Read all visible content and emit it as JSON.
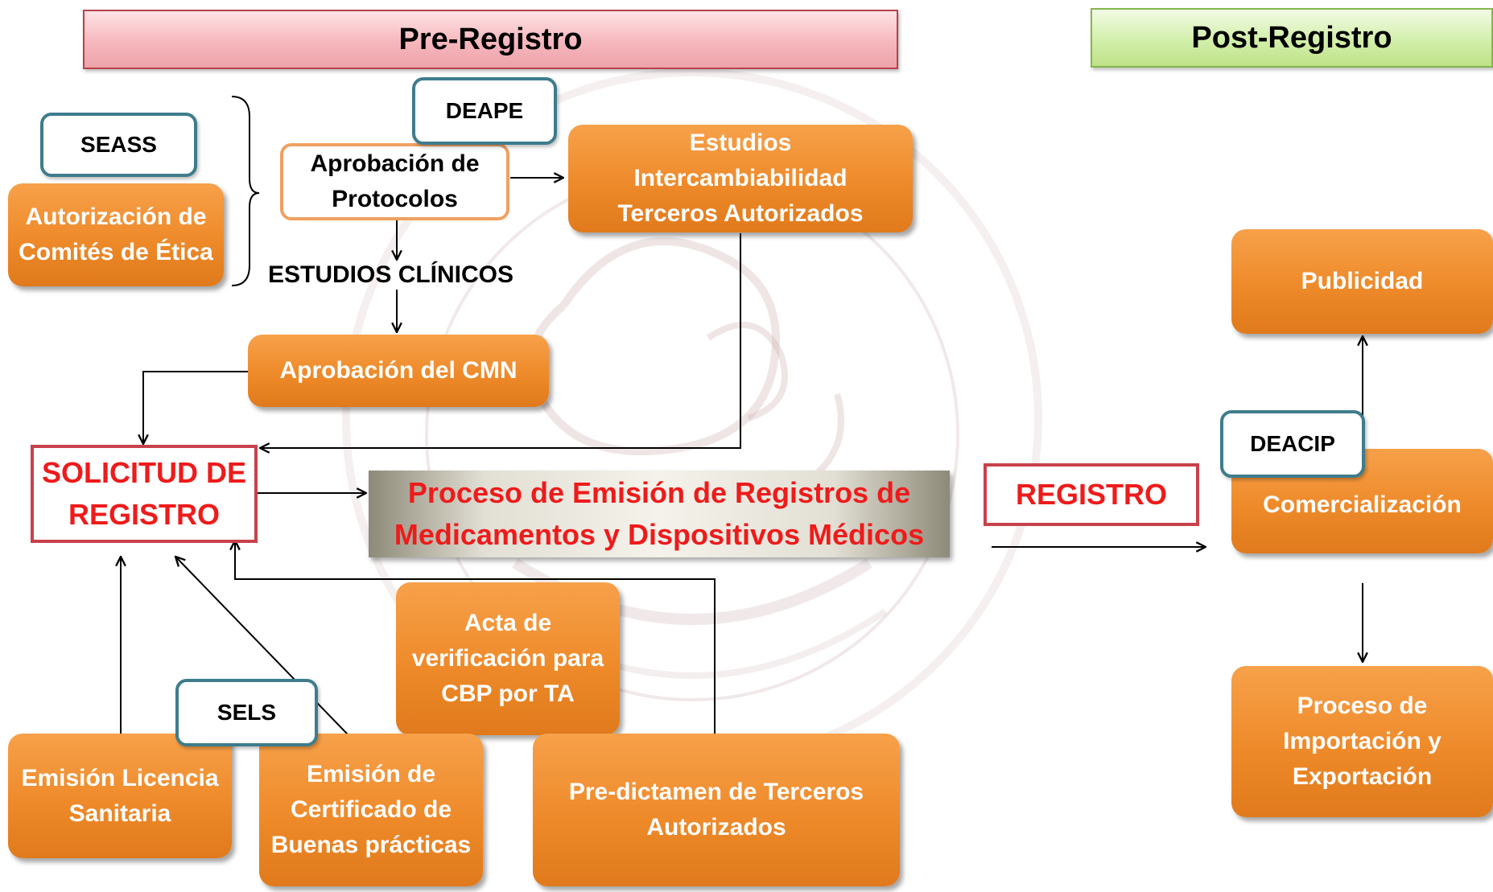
{
  "headers": {
    "pre": "Pre-Registro",
    "post": "Post-Registro"
  },
  "tags": {
    "seass": "SEASS",
    "deape": "DEAPE",
    "sels": "SELS",
    "deacip": "DEACIP"
  },
  "nodes": {
    "autorizacion_comites": "Autorización de Comités de Ética",
    "aprobacion_protocolos": "Aprobación de Protocolos",
    "estudios_intercambiabilidad": "Estudios Intercambiabilidad Terceros Autorizados",
    "estudios_clinicos": "ESTUDIOS CLÍNICOS",
    "aprobacion_cmn": "Aprobación del CMN",
    "solicitud_registro": "SOLICITUD DE REGISTRO",
    "proceso_emision": "Proceso de Emisión de Registros de Medicamentos y Dispositivos Médicos",
    "registro": "REGISTRO",
    "acta_verificacion": "Acta de verificación para CBP por TA",
    "emision_licencia": "Emisión Licencia Sanitaria",
    "emision_certificado": "Emisión de Certificado de Buenas prácticas",
    "pre_dictamen": "Pre-dictamen de Terceros Autorizados",
    "publicidad": "Publicidad",
    "comercializacion": "Comercialización",
    "importacion": "Proceso de Importación y Exportación"
  },
  "colors": {
    "orange": "#ee8a2a",
    "tag_border": "#3e7c8c",
    "red_text": "#ee1b1b",
    "red_border": "#c8414b",
    "pink_header": "#f6b7bd",
    "green_header": "#d2efaa",
    "watermark": "#c9a9a9"
  }
}
